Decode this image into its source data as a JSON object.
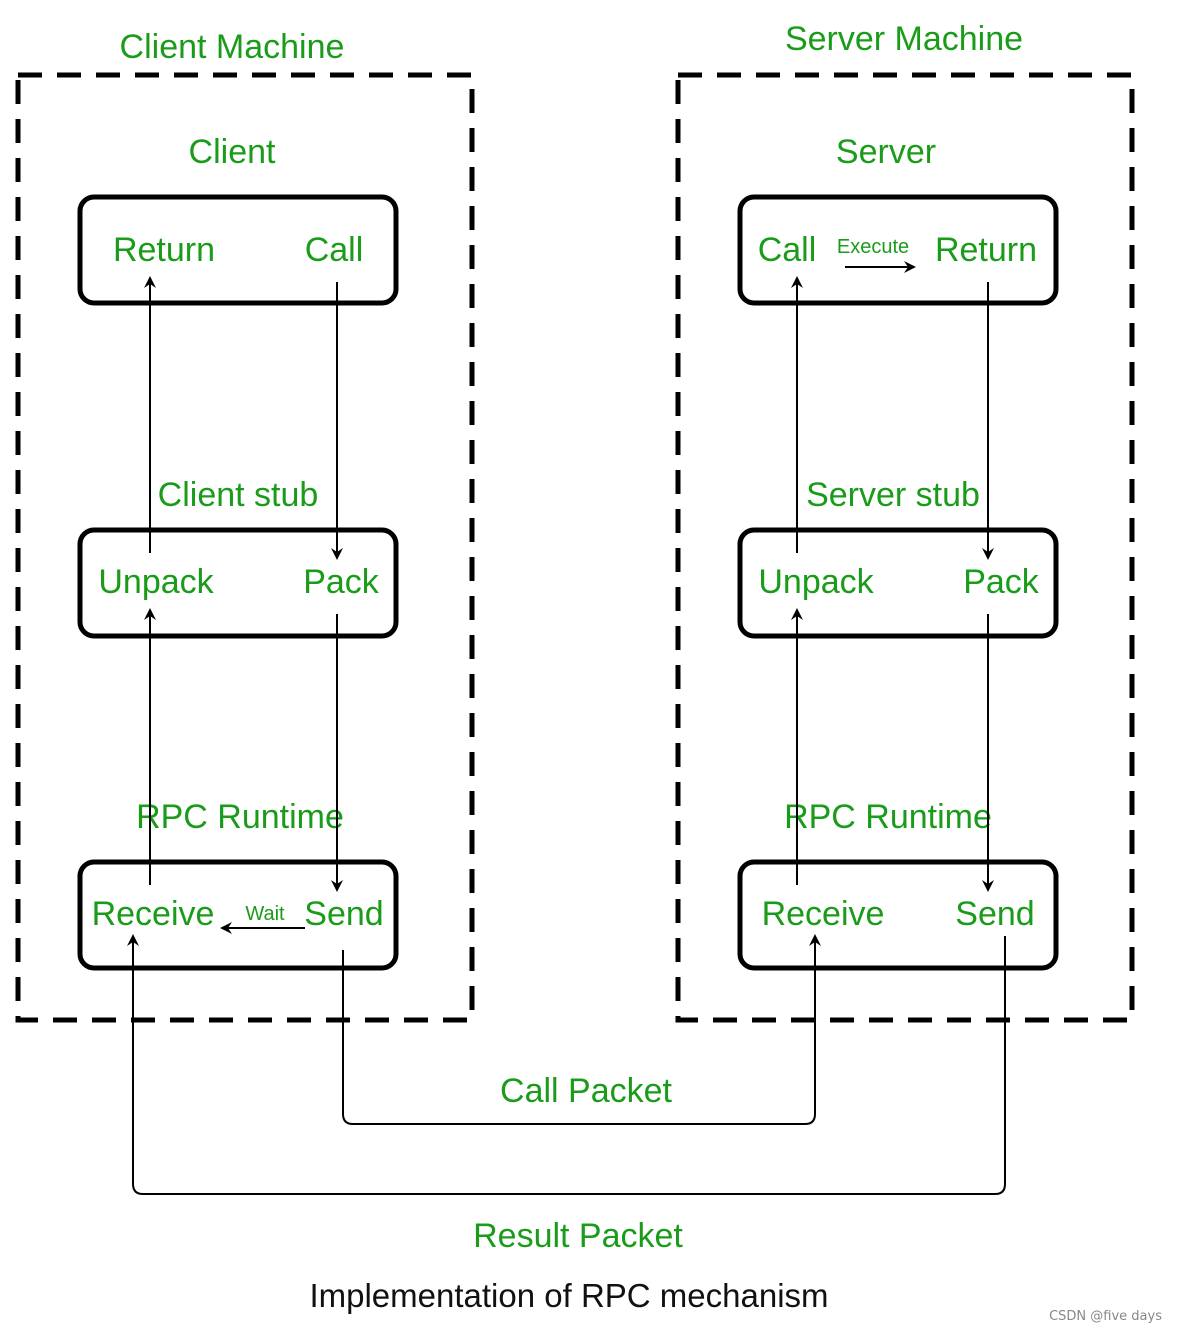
{
  "client_machine": {
    "title": "Client Machine",
    "client": {
      "title": "Client",
      "left": "Return",
      "right": "Call"
    },
    "stub": {
      "title": "Client stub",
      "left": "Unpack",
      "right": "Pack"
    },
    "runtime": {
      "title": "RPC Runtime",
      "left": "Receive",
      "middle": "Wait",
      "right": "Send"
    }
  },
  "server_machine": {
    "title": "Server Machine",
    "server": {
      "title": "Server",
      "left": "Call",
      "middle": "Execute",
      "right": "Return"
    },
    "stub": {
      "title": "Server stub",
      "left": "Unpack",
      "right": "Pack"
    },
    "runtime": {
      "title": "RPC Runtime",
      "left": "Receive",
      "right": "Send"
    }
  },
  "links": {
    "call_packet": "Call Packet",
    "result_packet": "Result Packet"
  },
  "caption": "Implementation of RPC mechanism",
  "watermark": "CSDN @five days",
  "colors": {
    "label": "#1a9c1a",
    "stroke": "#000000",
    "caption": "#111111"
  }
}
